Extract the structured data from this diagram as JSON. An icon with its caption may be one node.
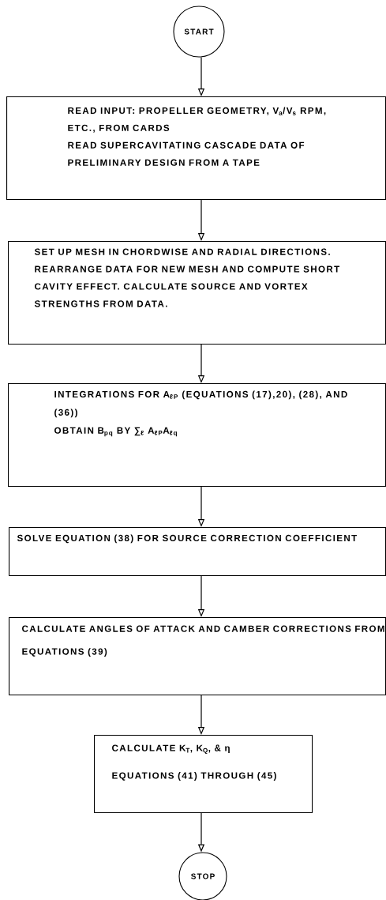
{
  "diagram": {
    "nodes": [
      {
        "text": [
          "START"
        ]
      },
      {
        "text": [
          "READ INPUT: PROPELLER GEOMETRY, V$_{a}$/V$_{s}$ RPM, ETC., FROM CARDS",
          "READ SUPERCAVITATING CASCADE DATA OF PRELIMINARY DESIGN FROM A TAPE"
        ]
      },
      {
        "text": [
          "SET UP MESH IN CHORDWISE AND RADIAL DIRECTIONS. REARRANGE DATA FOR NEW MESH AND COMPUTE SHORT CAVITY EFFECT. CALCULATE SOURCE AND VORTEX STRENGTHS FROM DATA."
        ]
      },
      {
        "text": [
          "INTEGRATIONS FOR A$_{ℓP}$ (EQUATIONS (17),20), (28), AND (36))",
          "OBTAIN B$_{pq}$ BY ∑$_{ℓ}$ A$_{ℓP}$A$_{ℓq}$"
        ]
      },
      {
        "text": [
          "SOLVE EQUATION (38) FOR SOURCE CORRECTION COEFFICIENT"
        ]
      },
      {
        "text": [
          "CALCULATE ANGLES OF ATTACK AND CAMBER CORRECTIONS FROM EQUATIONS (39)"
        ]
      },
      {
        "text": [
          "CALCULATE K$_{T}$, K$_{Q}$, & η",
          "EQUATIONS (41) THROUGH (45)"
        ]
      },
      {
        "text": [
          "STOP"
        ]
      }
    ],
    "edges": [
      {
        "from": 0,
        "to": 1,
        "arrow": "to"
      },
      {
        "from": 1,
        "to": 2,
        "arrow": "to"
      },
      {
        "from": 2,
        "to": 3,
        "arrow": "to"
      },
      {
        "from": 3,
        "to": 4,
        "arrow": "to"
      },
      {
        "from": 4,
        "to": 5,
        "arrow": "to"
      },
      {
        "from": 5,
        "to": 6,
        "arrow": "to"
      },
      {
        "from": 6,
        "to": 7,
        "arrow": "to"
      }
    ]
  }
}
